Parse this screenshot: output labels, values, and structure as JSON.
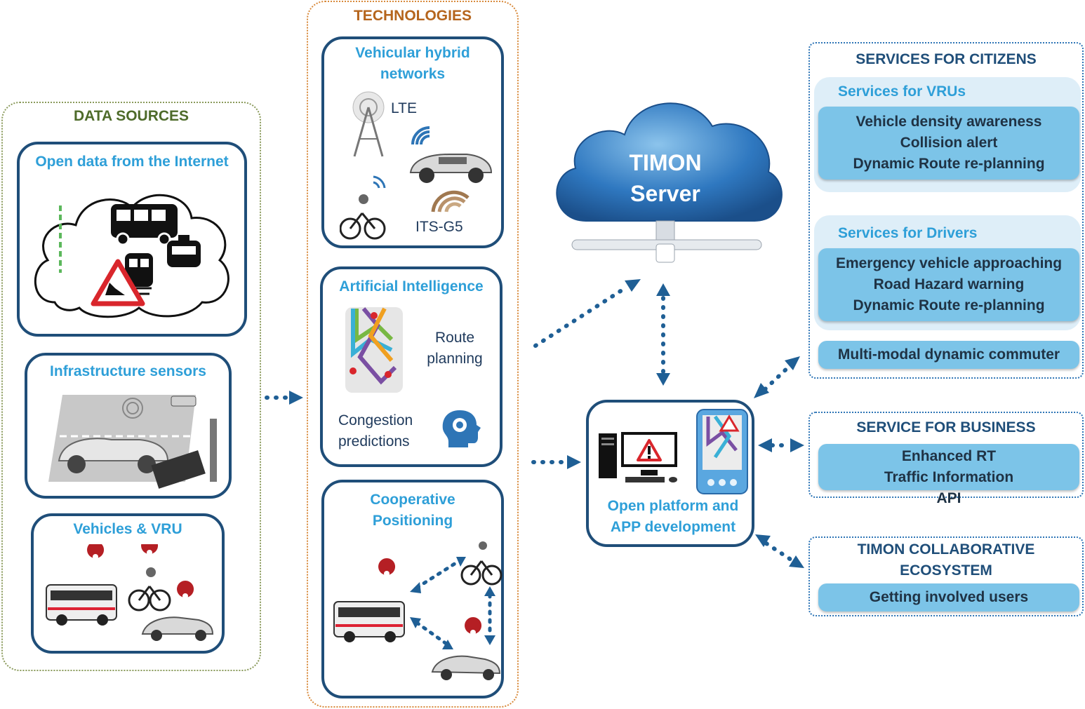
{
  "data_sources": {
    "title": "DATA SOURCES",
    "open_data": {
      "title": "Open data from the Internet"
    },
    "infrastructure": {
      "title": "Infrastructure sensors"
    },
    "vehicles": {
      "title": "Vehicles & VRU"
    }
  },
  "technologies": {
    "title": "TECHNOLOGIES",
    "networks": {
      "title": "Vehicular hybrid networks",
      "lte": "LTE",
      "its": "ITS-G5"
    },
    "ai": {
      "title": "Artificial Intelligence",
      "route": "Route planning",
      "congestion": "Congestion predictions"
    },
    "positioning": {
      "title": "Cooperative Positioning"
    }
  },
  "server": {
    "label": "TIMON Server"
  },
  "platform": {
    "label": "Open platform and APP development"
  },
  "citizens": {
    "title": "SERVICES FOR CITIZENS",
    "vrus": {
      "title": "Services for VRUs",
      "items": [
        "Vehicle density awareness",
        "Collision alert",
        "Dynamic Route re-planning"
      ]
    },
    "drivers": {
      "title": "Services for Drivers",
      "items": [
        "Emergency vehicle approaching",
        "Road Hazard warning",
        "Dynamic Route re-planning"
      ]
    },
    "commuter": "Multi-modal dynamic commuter"
  },
  "business": {
    "title": "SERVICE FOR BUSINESS",
    "item": "Enhanced RT Traffic Information API"
  },
  "ecosystem": {
    "title": "TIMON COLLABORATIVE ECOSYSTEM",
    "item": "Getting involved users"
  },
  "colors": {
    "accent": "#2e9fd8",
    "dark": "#1f4e79",
    "service": "#7cc4e8",
    "sources_title": "#4e6b2a",
    "tech_title": "#b5651d"
  }
}
